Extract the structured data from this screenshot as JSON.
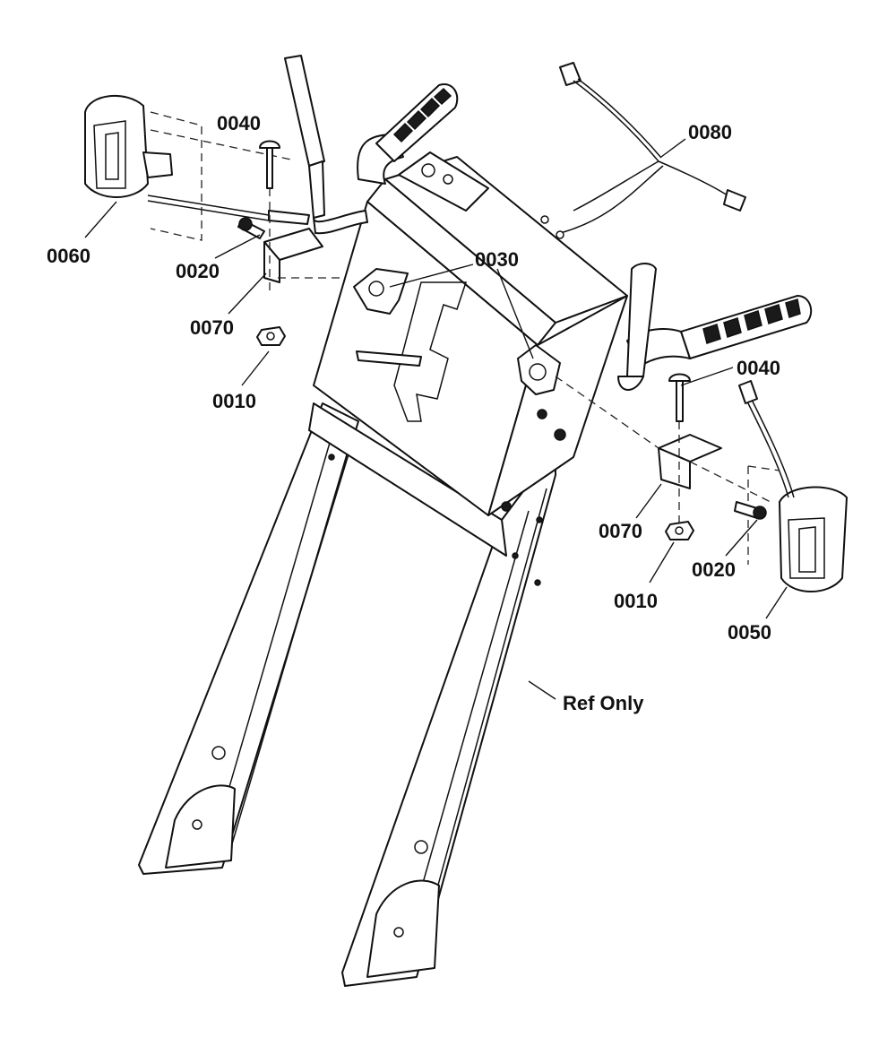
{
  "labels": {
    "nut_left": "0010",
    "nut_right": "0010",
    "screw_left": "0020",
    "screw_right": "0020",
    "knob": "0030",
    "bolt_left": "0040",
    "bolt_right": "0040",
    "light_right": "0050",
    "light_left": "0060",
    "bracket_left": "0070",
    "bracket_right": "0070",
    "harness": "0080",
    "ref": "Ref Only"
  },
  "colors": {
    "ink": "#111111",
    "paper": "#ffffff"
  }
}
